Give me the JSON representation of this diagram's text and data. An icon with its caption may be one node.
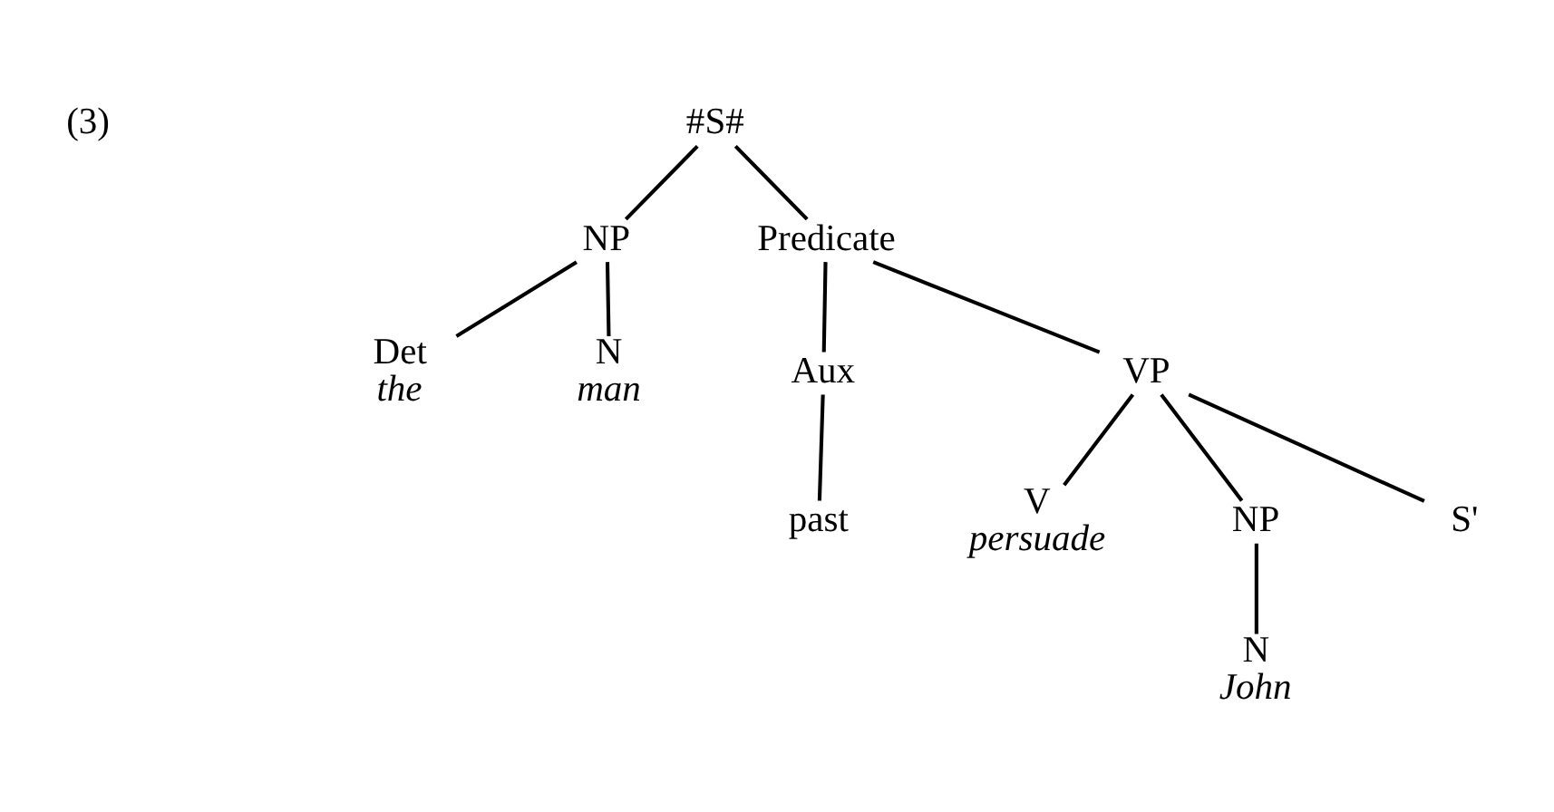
{
  "diagram": {
    "nodes": [
      {
        "text": [
          "#S#"
        ]
      },
      {
        "text": [
          "NP"
        ]
      },
      {
        "text": [
          "Predicate"
        ]
      },
      {
        "text": [
          "Det",
          "the"
        ]
      },
      {
        "text": [
          "N",
          "man"
        ]
      },
      {
        "text": [
          "Aux"
        ]
      },
      {
        "text": [
          "VP"
        ]
      },
      {
        "text": [
          "past"
        ]
      },
      {
        "text": [
          "V",
          "persuade"
        ]
      },
      {
        "text": [
          "NP"
        ]
      },
      {
        "text": [
          "S'"
        ]
      },
      {
        "text": [
          "N",
          "John"
        ]
      }
    ],
    "edges": [
      {
        "from": 0,
        "to": 1,
        "arrow": "none"
      },
      {
        "from": 0,
        "to": 2,
        "arrow": "none"
      },
      {
        "from": 1,
        "to": 3,
        "arrow": "none"
      },
      {
        "from": 1,
        "to": 4,
        "arrow": "none"
      },
      {
        "from": 2,
        "to": 5,
        "arrow": "none"
      },
      {
        "from": 2,
        "to": 6,
        "arrow": "none"
      },
      {
        "from": 5,
        "to": 7,
        "arrow": "none"
      },
      {
        "from": 6,
        "to": 8,
        "arrow": "none"
      },
      {
        "from": 6,
        "to": 9,
        "arrow": "none"
      },
      {
        "from": 6,
        "to": 10,
        "arrow": "none"
      },
      {
        "from": 9,
        "to": 11,
        "arrow": "none"
      }
    ],
    "labels": [
      "(3)"
    ]
  }
}
